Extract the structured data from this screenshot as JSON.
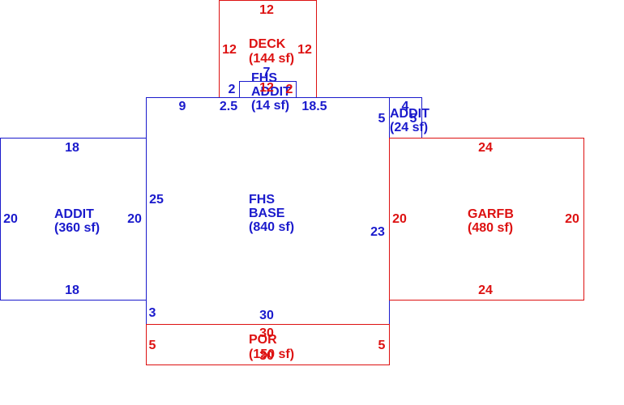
{
  "colors": {
    "blue": "#1a1acc",
    "red": "#dd1111"
  },
  "areas": {
    "deck": {
      "name": "DECK",
      "area": "(144 sf)",
      "top": "12",
      "left": "12",
      "right": "12"
    },
    "fhs_addit": {
      "name1": "FHS",
      "name2": "ADDIT",
      "area": "(14 sf)",
      "width": "7",
      "left": "2",
      "right": "2"
    },
    "fhs_base": {
      "name1": "FHS",
      "name2": "BASE",
      "area": "(840 sf)",
      "top_a": "9",
      "top_b": "2.5",
      "top_c": "18.5",
      "left": "25",
      "right_top": "5",
      "right": "23",
      "bottom": "30",
      "left_bottom": "3"
    },
    "addit_right": {
      "name": "ADDIT",
      "area": "(24 sf)",
      "top": "4",
      "right": "5"
    },
    "addit_left": {
      "name": "ADDIT",
      "area": "(360 sf)",
      "top": "18",
      "bottom": "18",
      "left": "20",
      "right": "20"
    },
    "garfb": {
      "name": "GARFB",
      "area": "(480 sf)",
      "top": "24",
      "bottom": "24",
      "left": "20",
      "right": "20"
    },
    "por": {
      "name": "POR",
      "area": "(150 sf)",
      "top": "30",
      "bottom": "30",
      "left": "5",
      "right": "5"
    }
  }
}
